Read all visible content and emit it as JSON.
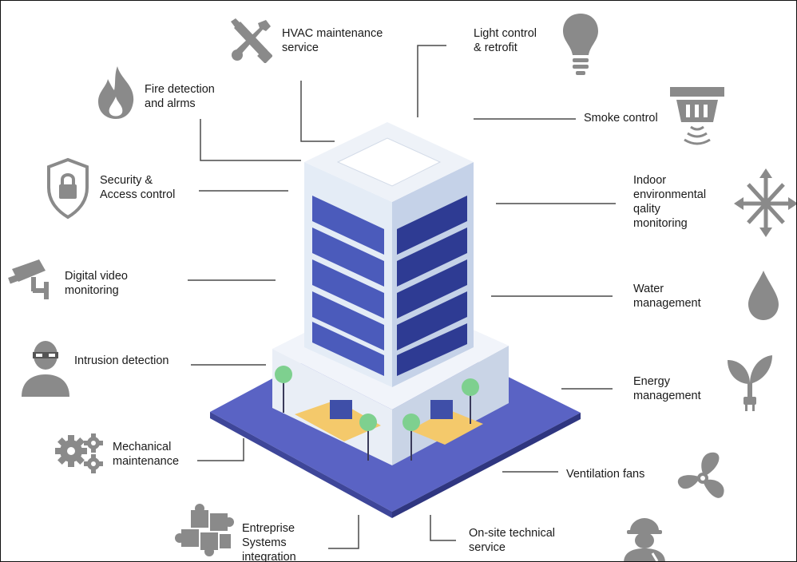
{
  "labels": {
    "hvac": "HVAC maintenance\nservice",
    "light": "Light control\n& retrofit",
    "fire": "Fire detection\nand alrms",
    "smoke": "Smoke control",
    "security": "Security &\nAccess control",
    "indoor": "Indoor\nenvironmental\nqality\nmonitoring",
    "video": "Digital video\nmonitoring",
    "water": "Water\nmanagement",
    "intrusion": "Intrusion detection",
    "energy": "Energy\nmanagement",
    "mechanical": "Mechanical\nmaintenance",
    "ventilation": "Ventilation fans",
    "enterprise": "Entreprise\nSystems\nintegration",
    "onsite": "On-site technical\nservice"
  },
  "icons": {
    "hvac": "wrench-screwdriver-icon",
    "light": "light-bulb-icon",
    "fire": "flame-icon",
    "smoke": "smoke-detector-icon",
    "security": "shield-lock-icon",
    "indoor": "air-flow-arrows-icon",
    "video": "security-camera-icon",
    "water": "water-drop-icon",
    "intrusion": "masked-person-icon",
    "energy": "plant-plug-icon",
    "mechanical": "gears-icon",
    "ventilation": "fan-icon",
    "enterprise": "puzzle-icon",
    "onsite": "technician-icon"
  },
  "colors": {
    "icon_gray": "#8a8a8a",
    "building_wall": "#e4ecf6",
    "window_blue": "#3f4fa8",
    "ground_blue": "#5a63c4",
    "tree_green": "#7ed08f",
    "path_yellow": "#f4c96b"
  }
}
